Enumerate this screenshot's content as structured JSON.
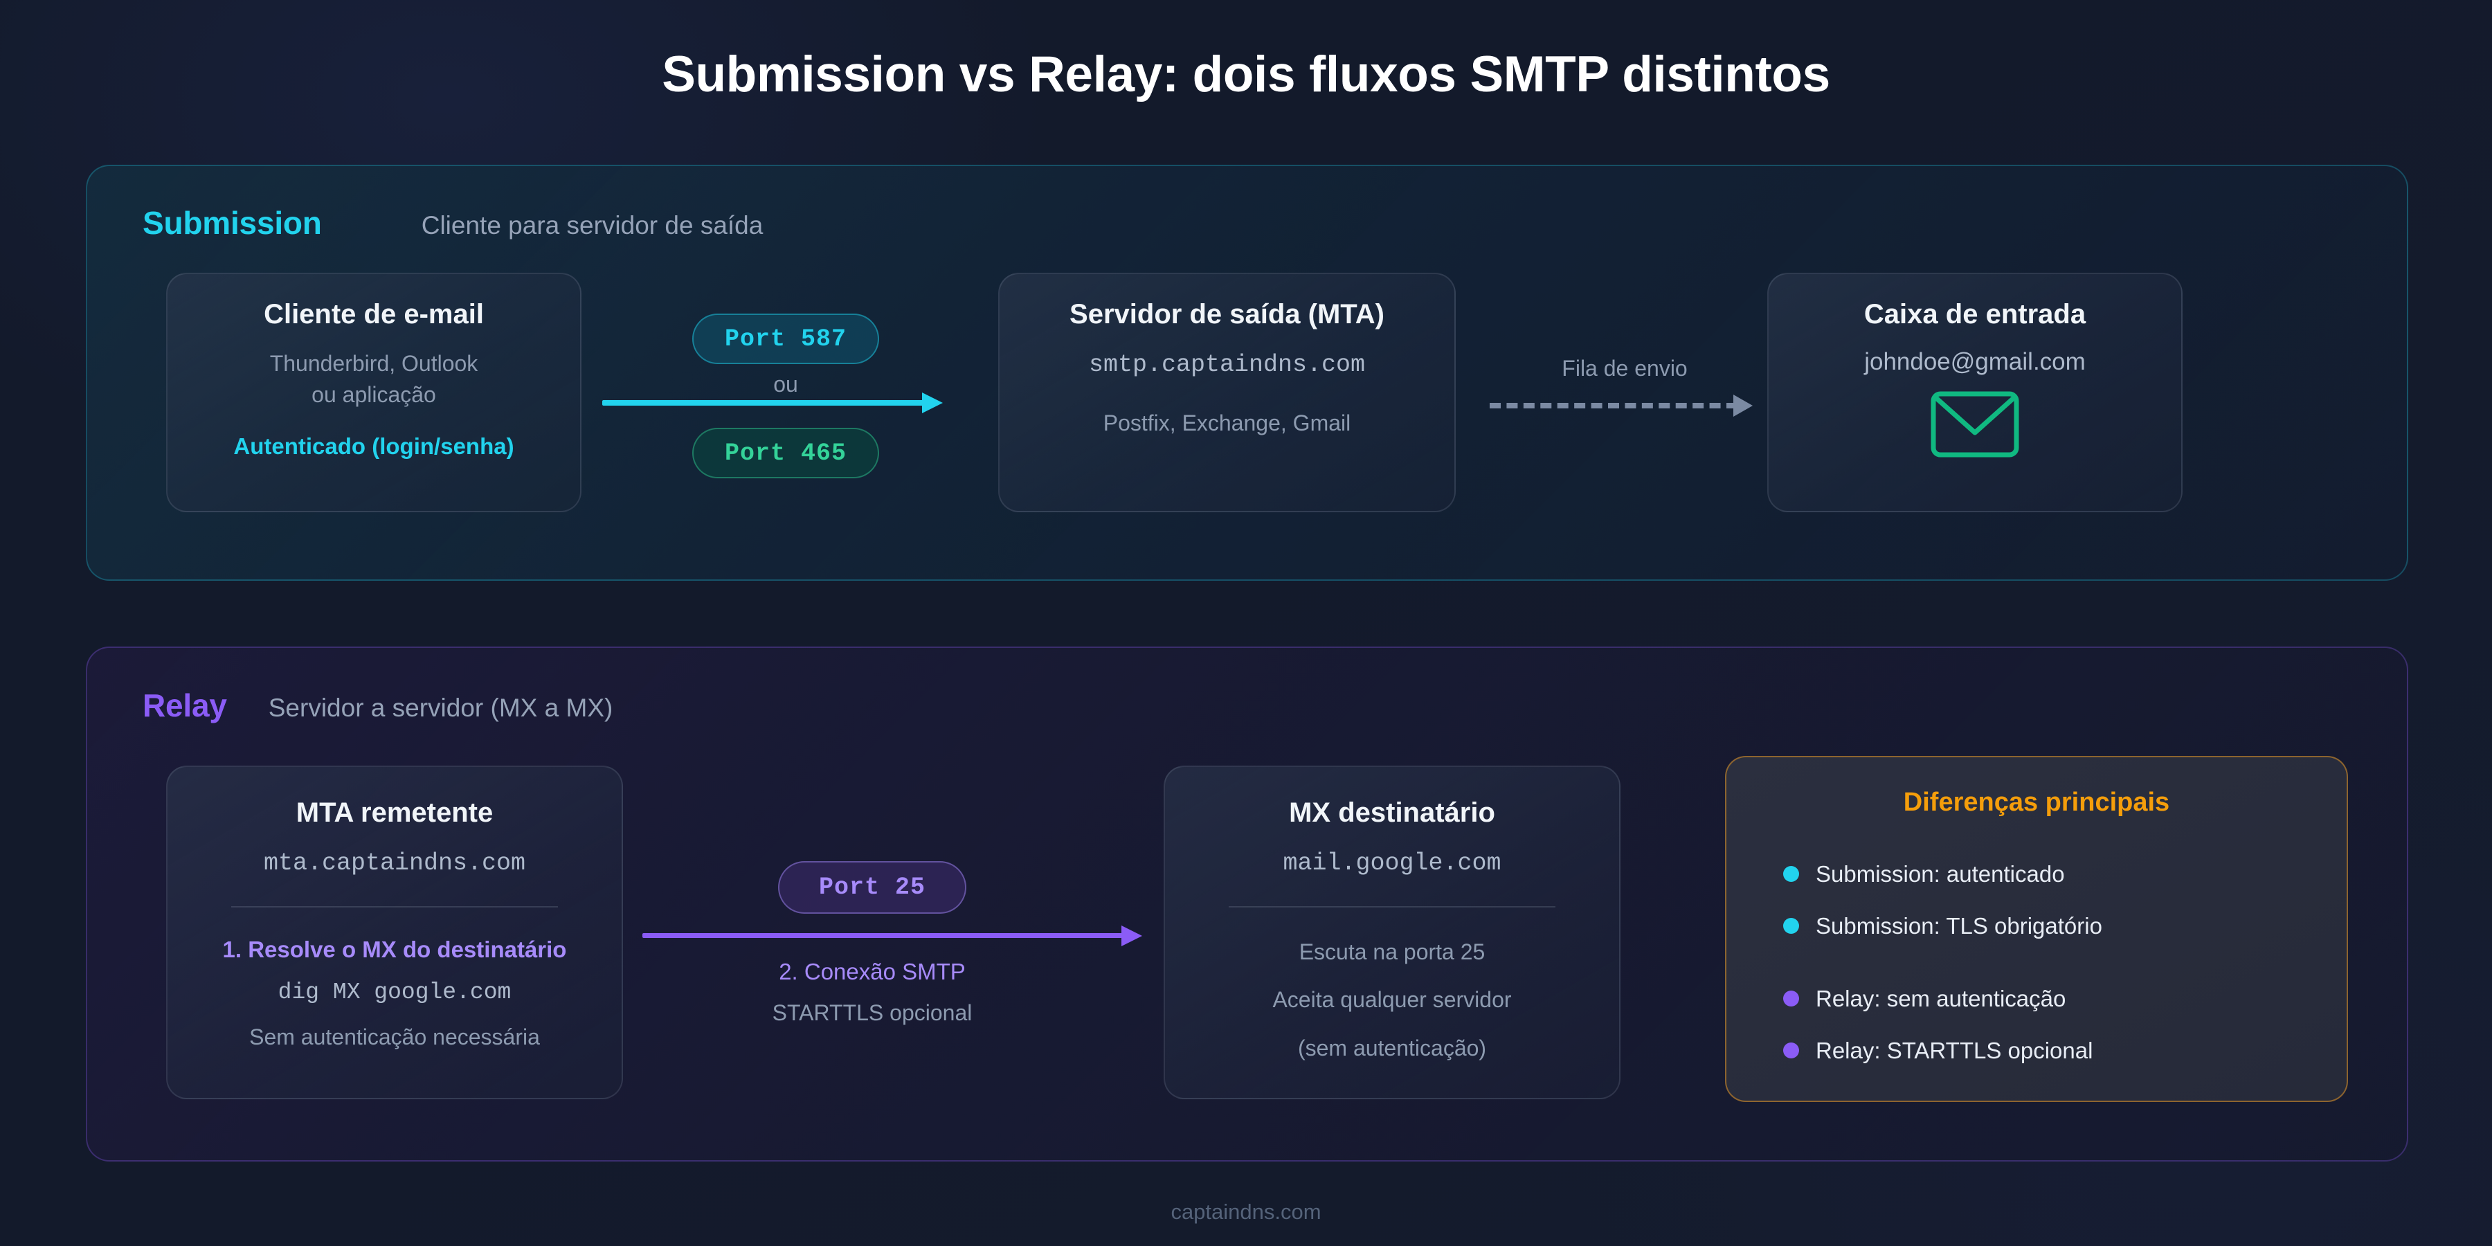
{
  "title": "Submission vs Relay: dois fluxos SMTP distintos",
  "footer": "captaindns.com",
  "colors": {
    "cyan": "#22d3ee",
    "green": "#34d399",
    "violet": "#8b5cf6",
    "violet_light": "#a78bfa",
    "amber": "#f59e0b",
    "muted": "#8d9bb0",
    "background": "#131a2b"
  },
  "submission": {
    "tag": "Submission",
    "subtitle": "Cliente para servidor de saída",
    "client": {
      "title": "Cliente de e-mail",
      "note_line1": "Thunderbird, Outlook",
      "note_line2": "ou aplicação",
      "accent": "Autenticado (login/senha)"
    },
    "ports": {
      "primary": "Port 587",
      "separator": "ou",
      "secondary": "Port 465"
    },
    "server": {
      "title": "Servidor de saída (MTA)",
      "host": "smtp.captaindns.com",
      "note": "Postfix, Exchange, Gmail"
    },
    "queue_label": "Fila de envio",
    "inbox": {
      "title": "Caixa de entrada",
      "address": "johndoe@gmail.com",
      "icon": "envelope-icon"
    }
  },
  "relay": {
    "tag": "Relay",
    "subtitle": "Servidor a servidor (MX a MX)",
    "sender": {
      "title": "MTA remetente",
      "host": "mta.captaindns.com",
      "step": "1. Resolve o MX do destinatário",
      "command": "dig MX google.com",
      "note": "Sem autenticação necessária"
    },
    "port": "Port 25",
    "connection_step": "2. Conexão SMTP",
    "connection_note": "STARTTLS opcional",
    "receiver": {
      "title": "MX destinatário",
      "host": "mail.google.com",
      "note_line1": "Escuta na porta 25",
      "note_line2": "Aceita qualquer servidor",
      "note_line3": "(sem autenticação)"
    }
  },
  "differences": {
    "title": "Diferenças principais",
    "items": [
      {
        "label": "Submission: autenticado",
        "dot": "#22d3ee"
      },
      {
        "label": "Submission: TLS obrigatório",
        "dot": "#22d3ee"
      },
      {
        "label": "Relay: sem autenticação",
        "dot": "#8b5cf6"
      },
      {
        "label": "Relay: STARTTLS opcional",
        "dot": "#8b5cf6"
      }
    ]
  }
}
